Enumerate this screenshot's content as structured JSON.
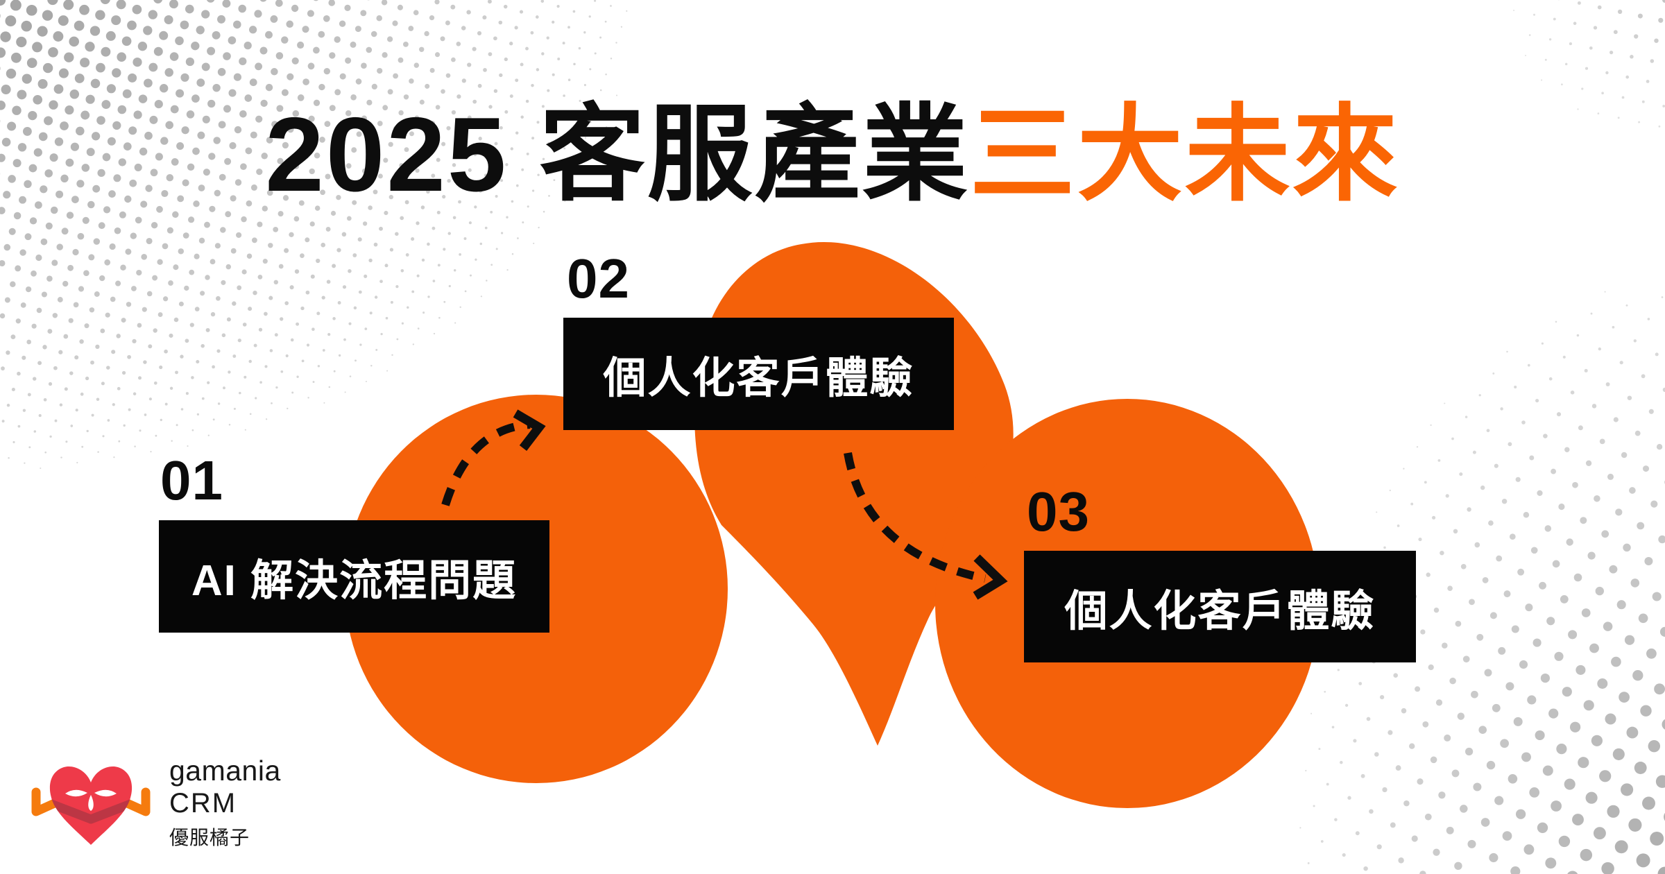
{
  "title": {
    "black_part": "2025 客服產業",
    "accent_part": "三大未來"
  },
  "steps": [
    {
      "number": "01",
      "label": "AI 解決流程問題"
    },
    {
      "number": "02",
      "label": "個人化客戶體驗"
    },
    {
      "number": "03",
      "label": "個人化客戶體驗"
    }
  ],
  "logo": {
    "line1": "gamania",
    "line2": "CRM",
    "line3": "優服橘子"
  },
  "colors": {
    "background": "#ffffff",
    "title_black": "#0d0d0d",
    "title_accent_orange": "#fa6504",
    "circle_orange": "#f4610a",
    "box_black": "#060606",
    "box_text_white": "#ffffff",
    "arrow_black": "#0e0e0e",
    "halftone_gray": "#a0a0a0",
    "heart_red": "#ee3a49",
    "heart_band_dark_red": "#bc3644",
    "arm_orange": "#f57b0e"
  }
}
